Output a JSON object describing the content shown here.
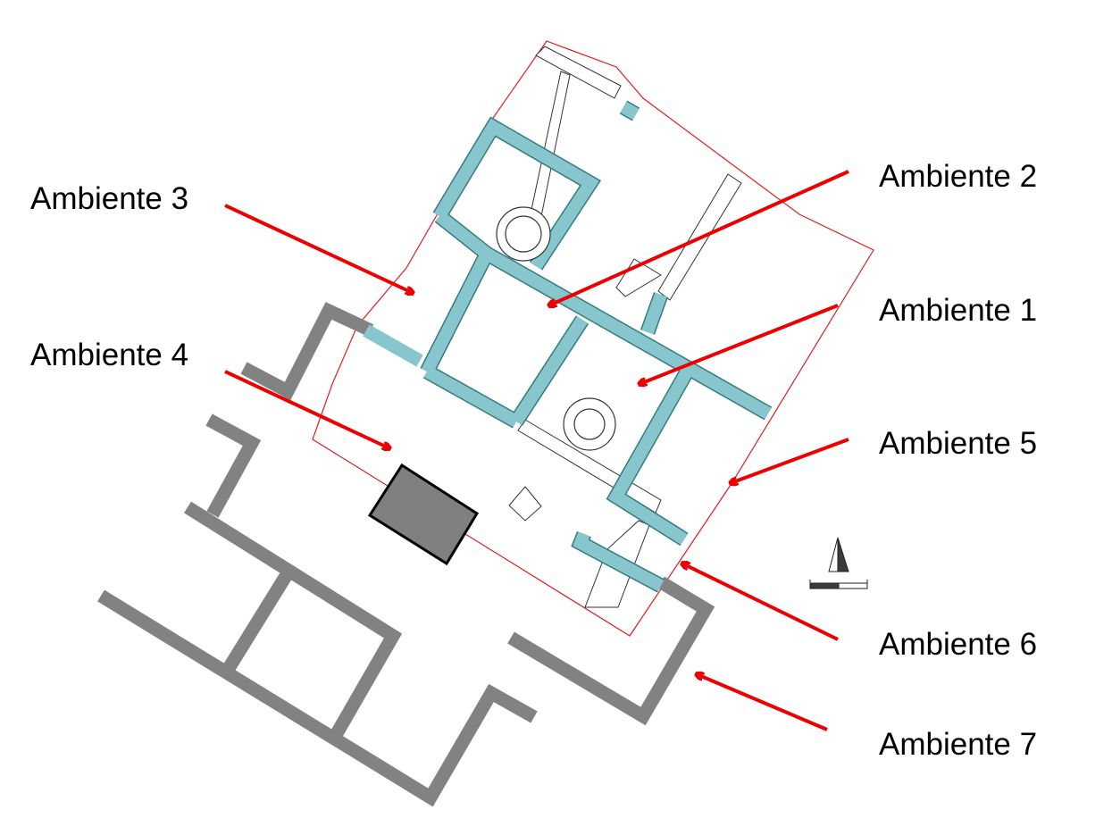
{
  "colors": {
    "arrow": "#ee0000",
    "wall_excavated": "#86c6cc",
    "wall_excavated_edge": "#357b83",
    "wall_grey": "#828282",
    "dark_block": "#808080",
    "boundary_line": "#e02020",
    "outline": "#333333",
    "background": "#ffffff"
  },
  "labels": {
    "a1": "Ambiente 1",
    "a2": "Ambiente 2",
    "a3": "Ambiente 3",
    "a4": "Ambiente 4",
    "a5": "Ambiente 5",
    "a6": "Ambiente 6",
    "a7": "Ambiente 7"
  },
  "icons": {
    "north_arrow": "north-arrow-icon",
    "scale_bar": "scale-bar-icon"
  }
}
